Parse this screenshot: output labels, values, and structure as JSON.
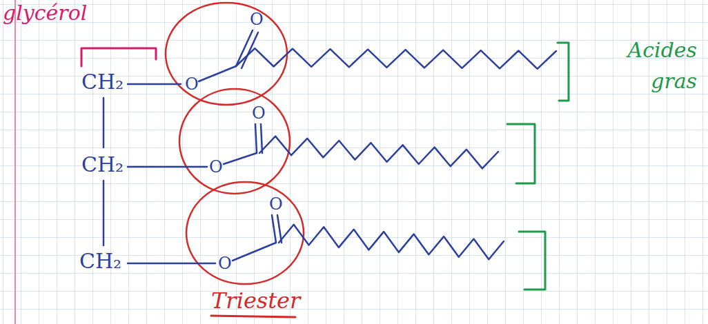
{
  "diagram": {
    "labels": [
      "glycérol",
      "O",
      "CH₂",
      "O",
      "O",
      "CH₂",
      "O",
      "O",
      "CH₂",
      "O",
      "Triester",
      "Acides gras"
    ]
  }
}
